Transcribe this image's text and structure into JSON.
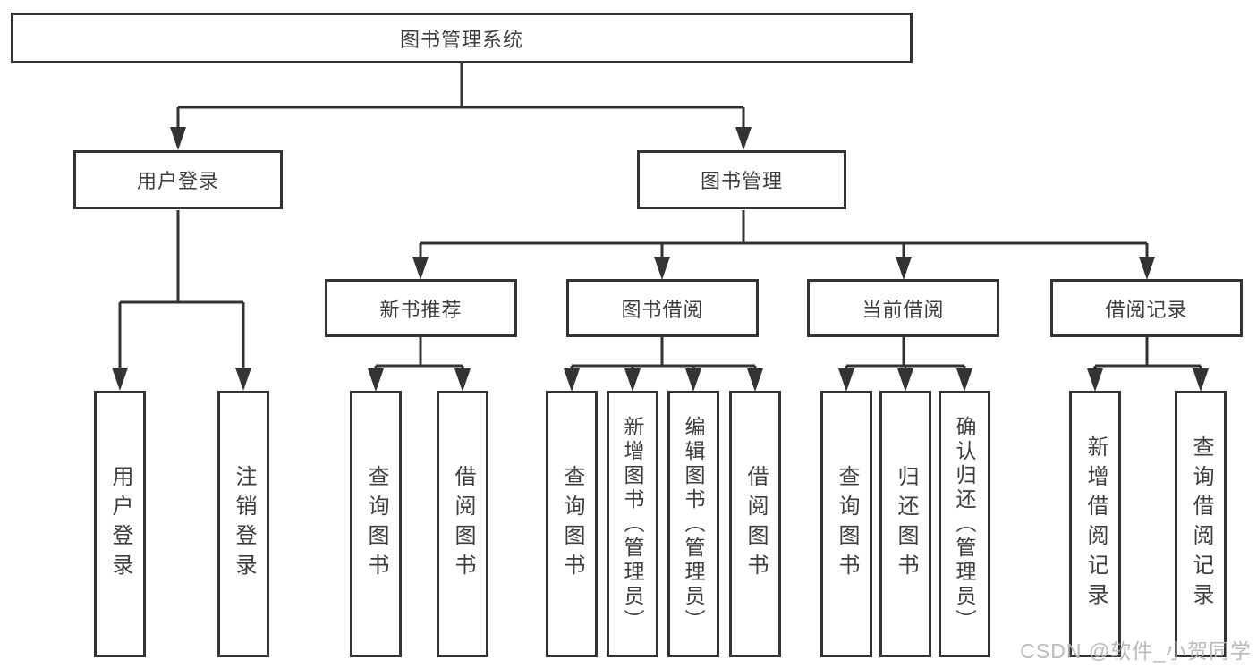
{
  "diagram_title": "图书管理系统",
  "nodes": {
    "root": {
      "label": "图书管理系统"
    },
    "user_login": {
      "label": "用户登录"
    },
    "book_mgmt": {
      "label": "图书管理"
    },
    "new_book_rec": {
      "label": "新书推荐"
    },
    "book_borrow": {
      "label": "图书借阅"
    },
    "current_borrow": {
      "label": "当前借阅"
    },
    "borrow_records": {
      "label": "借阅记录"
    },
    "leaf_user_login": {
      "label": "用户登录"
    },
    "leaf_logout": {
      "label": "注销登录"
    },
    "leaf_query_book_1": {
      "label": "查询图书"
    },
    "leaf_borrow_book_1": {
      "label": "借阅图书"
    },
    "leaf_query_book_2": {
      "label": "查询图书"
    },
    "leaf_add_book": {
      "label": "新增图书（管理员）"
    },
    "leaf_edit_book": {
      "label": "编辑图书（管理员）"
    },
    "leaf_borrow_book_2": {
      "label": "借阅图书"
    },
    "leaf_query_book_3": {
      "label": "查询图书"
    },
    "leaf_return_book": {
      "label": "归还图书"
    },
    "leaf_confirm_return": {
      "label": "确认归还（管理员）"
    },
    "leaf_add_record": {
      "label": "新增借阅记录"
    },
    "leaf_query_record": {
      "label": "查询借阅记录"
    }
  },
  "hierarchy": {
    "root": [
      "user_login",
      "book_mgmt"
    ],
    "user_login": [
      "leaf_user_login",
      "leaf_logout"
    ],
    "book_mgmt": [
      "new_book_rec",
      "book_borrow",
      "current_borrow",
      "borrow_records"
    ],
    "new_book_rec": [
      "leaf_query_book_1",
      "leaf_borrow_book_1"
    ],
    "book_borrow": [
      "leaf_query_book_2",
      "leaf_add_book",
      "leaf_edit_book",
      "leaf_borrow_book_2"
    ],
    "current_borrow": [
      "leaf_query_book_3",
      "leaf_return_book",
      "leaf_confirm_return"
    ],
    "borrow_records": [
      "leaf_add_record",
      "leaf_query_record"
    ]
  },
  "watermark": {
    "text": "CSDN @软件_小贺同学"
  },
  "colors": {
    "line": "#333333",
    "box_border": "#333333",
    "text": "#3d3d3d",
    "background": "#ffffff",
    "watermark": "#b7b7b7"
  }
}
